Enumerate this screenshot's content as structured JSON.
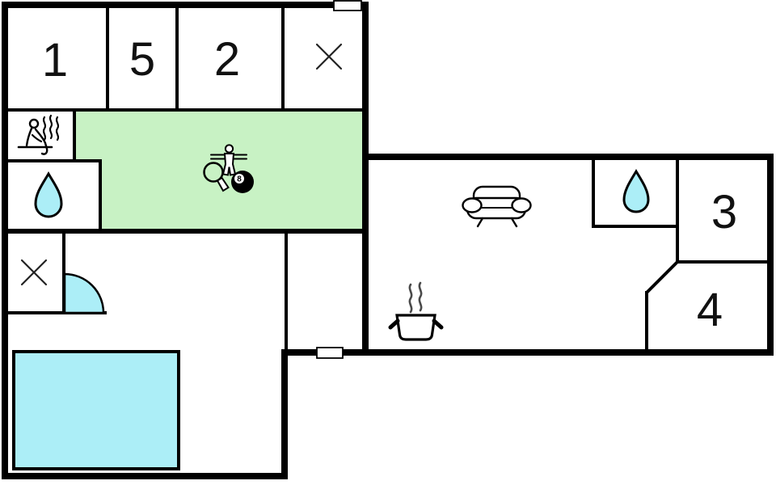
{
  "plan": {
    "colors": {
      "bg": "#ffffff",
      "wall": "#000000",
      "green": "#c8f2c4",
      "water": "#aceef7",
      "steam": "#4a4a4a",
      "ink": "#111111"
    },
    "rooms": {
      "r1": "1",
      "r5": "5",
      "r2": "2",
      "r3": "3",
      "r4": "4"
    },
    "billiard_ball_number": "8",
    "icons": {
      "top_row_unlabeled_room": "x-mark",
      "hall_unlabeled_room": "x-mark",
      "wellness_room": "sauna-person-with-steam",
      "bathroom_left": "water-drop",
      "bathroom_right": "water-drop",
      "activity_room": [
        "foosball-player",
        "table-tennis-paddle",
        "billiard-8-ball"
      ],
      "living_room": "sofa",
      "kitchen": "steaming-pot",
      "pool_area": "swimming-pool",
      "hall_door": "door-swing-arc",
      "entrances": [
        "door-marker-top",
        "door-marker-bottom"
      ]
    }
  }
}
